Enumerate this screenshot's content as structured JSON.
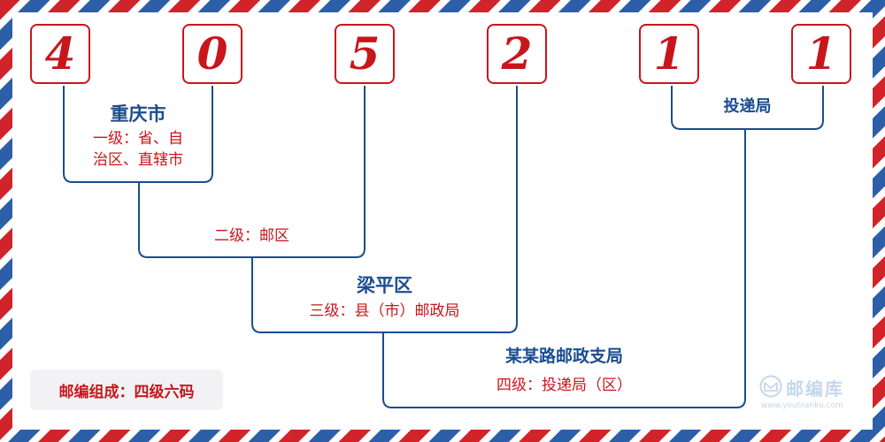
{
  "postal_code": {
    "digits": [
      "4",
      "0",
      "5",
      "2",
      "1",
      "1"
    ]
  },
  "levels": {
    "level1": {
      "place": "重庆市",
      "desc_line1": "一级：省、自",
      "desc_line2": "治区、直辖市"
    },
    "level2": {
      "desc": "二级：邮区"
    },
    "level3": {
      "place": "梁平区",
      "desc": "三级：县（市）邮政局"
    },
    "level4": {
      "place": "某某路邮政支局",
      "desc": "四级：投递局（区）"
    },
    "delivery": {
      "label": "投递局"
    }
  },
  "footer": {
    "composition": "邮编组成：四级六码",
    "logo_name": "邮编库",
    "logo_url": "www.youbianku.com"
  },
  "colors": {
    "red": "#c8161d",
    "blue": "#1a4d8f",
    "border_stripe_red": "#d0232a",
    "border_stripe_blue": "#2d5fa8"
  }
}
